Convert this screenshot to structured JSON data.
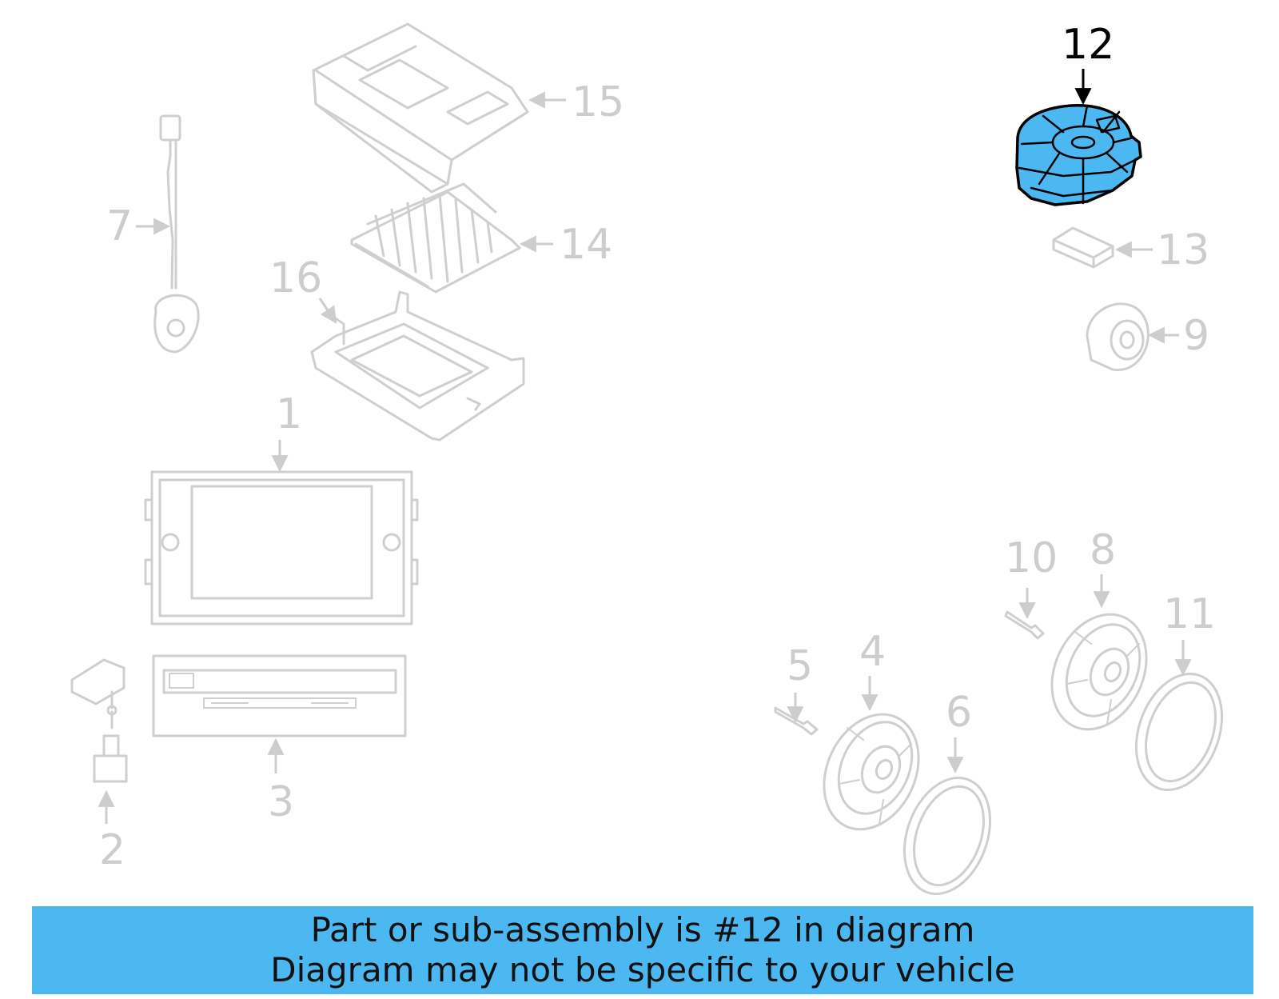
{
  "diagram": {
    "highlight_color": "#4cb8f2",
    "highlighted_part": "12",
    "callouts": [
      "1",
      "2",
      "3",
      "4",
      "5",
      "6",
      "7",
      "8",
      "9",
      "10",
      "11",
      "12",
      "13",
      "14",
      "15",
      "16"
    ]
  },
  "banner": {
    "line1": "Part or sub-assembly is #12 in diagram",
    "line2": "Diagram may not be specific to your vehicle"
  }
}
